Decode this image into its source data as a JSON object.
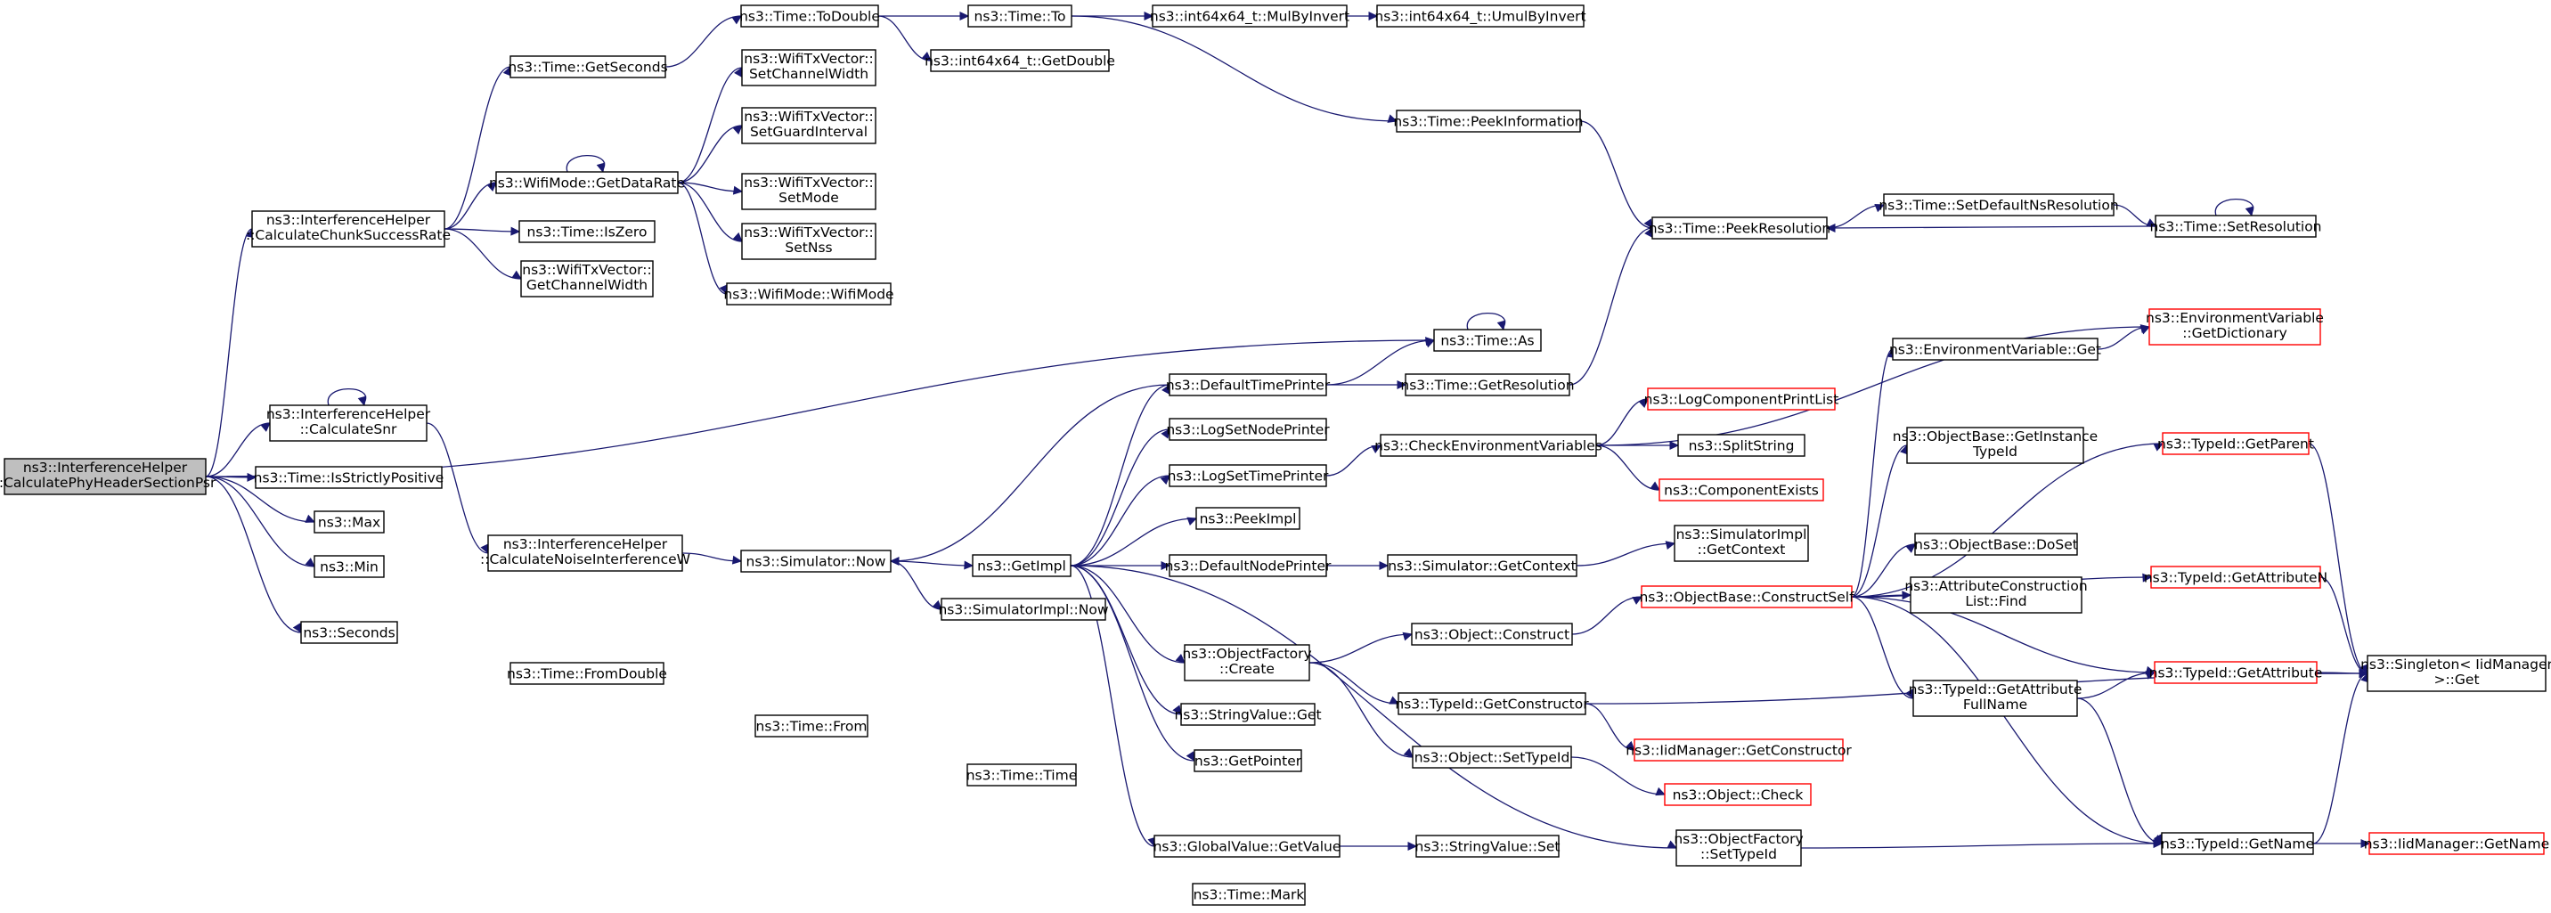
{
  "graph": {
    "nodes": [
      {
        "id": "root",
        "lines": [
          "ns3::InterferenceHelper",
          "::CalculatePhyHeaderSectionPsr"
        ],
        "red": false,
        "root": true
      },
      {
        "id": "chunk",
        "lines": [
          "ns3::InterferenceHelper",
          "::CalculateChunkSuccessRate"
        ],
        "red": false
      },
      {
        "id": "snr",
        "lines": [
          "ns3::InterferenceHelper",
          "::CalculateSnr"
        ],
        "red": false
      },
      {
        "id": "isStrictlyPositive",
        "lines": [
          "ns3::Time::IsStrictlyPositive"
        ],
        "red": false
      },
      {
        "id": "max",
        "lines": [
          "ns3::Max"
        ],
        "red": false
      },
      {
        "id": "min",
        "lines": [
          "ns3::Min"
        ],
        "red": false
      },
      {
        "id": "seconds",
        "lines": [
          "ns3::Seconds"
        ],
        "red": false
      },
      {
        "id": "noiseW",
        "lines": [
          "ns3::InterferenceHelper",
          "::CalculateNoiseInterferenceW"
        ],
        "red": false
      },
      {
        "id": "getSeconds",
        "lines": [
          "ns3::Time::GetSeconds"
        ],
        "red": false
      },
      {
        "id": "getDataRate",
        "lines": [
          "ns3::WifiMode::GetDataRate"
        ],
        "red": false
      },
      {
        "id": "isZero",
        "lines": [
          "ns3::Time::IsZero"
        ],
        "red": false
      },
      {
        "id": "txGetChannelWidth",
        "lines": [
          "ns3::WifiTxVector::",
          "GetChannelWidth"
        ],
        "red": false
      },
      {
        "id": "toDouble",
        "lines": [
          "ns3::Time::ToDouble"
        ],
        "red": false
      },
      {
        "id": "setChannelWidth",
        "lines": [
          "ns3::WifiTxVector::",
          "SetChannelWidth"
        ],
        "red": false
      },
      {
        "id": "setGuardInterval",
        "lines": [
          "ns3::WifiTxVector::",
          "SetGuardInterval"
        ],
        "red": false
      },
      {
        "id": "setMode",
        "lines": [
          "ns3::WifiTxVector::",
          "SetMode"
        ],
        "red": false
      },
      {
        "id": "setNss",
        "lines": [
          "ns3::WifiTxVector::",
          "SetNss"
        ],
        "red": false
      },
      {
        "id": "wifiMode",
        "lines": [
          "ns3::WifiMode::WifiMode"
        ],
        "red": false
      },
      {
        "id": "timeTo",
        "lines": [
          "ns3::Time::To"
        ],
        "red": false
      },
      {
        "id": "int64GetDouble",
        "lines": [
          "ns3::int64x64_t::GetDouble"
        ],
        "red": false
      },
      {
        "id": "mulByInvert",
        "lines": [
          "ns3::int64x64_t::MulByInvert"
        ],
        "red": false
      },
      {
        "id": "umulByInvert",
        "lines": [
          "ns3::int64x64_t::UmulByInvert"
        ],
        "red": false
      },
      {
        "id": "peekInformation",
        "lines": [
          "ns3::Time::PeekInformation"
        ],
        "red": false
      },
      {
        "id": "peekResolution",
        "lines": [
          "ns3::Time::PeekResolution"
        ],
        "red": false
      },
      {
        "id": "setDefaultNsResolution",
        "lines": [
          "ns3::Time::SetDefaultNsResolution"
        ],
        "red": false
      },
      {
        "id": "setResolution",
        "lines": [
          "ns3::Time::SetResolution"
        ],
        "red": false
      },
      {
        "id": "timeAs",
        "lines": [
          "ns3::Time::As"
        ],
        "red": false
      },
      {
        "id": "simNow",
        "lines": [
          "ns3::Simulator::Now"
        ],
        "red": false
      },
      {
        "id": "simImplNow",
        "lines": [
          "ns3::SimulatorImpl::Now"
        ],
        "red": false
      },
      {
        "id": "getImpl",
        "lines": [
          "ns3::GetImpl"
        ],
        "red": false
      },
      {
        "id": "defaultTimePrinter",
        "lines": [
          "ns3::DefaultTimePrinter"
        ],
        "red": false
      },
      {
        "id": "logSetNodePrinter",
        "lines": [
          "ns3::LogSetNodePrinter"
        ],
        "red": false
      },
      {
        "id": "logSetTimePrinter",
        "lines": [
          "ns3::LogSetTimePrinter"
        ],
        "red": false
      },
      {
        "id": "peekImpl",
        "lines": [
          "ns3::PeekImpl"
        ],
        "red": false
      },
      {
        "id": "defaultNodePrinter",
        "lines": [
          "ns3::DefaultNodePrinter"
        ],
        "red": false
      },
      {
        "id": "objFactoryCreate",
        "lines": [
          "ns3::ObjectFactory",
          "::Create"
        ],
        "red": false
      },
      {
        "id": "stringValueGet",
        "lines": [
          "ns3::StringValue::Get"
        ],
        "red": false
      },
      {
        "id": "getPointer",
        "lines": [
          "ns3::GetPointer"
        ],
        "red": false
      },
      {
        "id": "globalValueGetValue",
        "lines": [
          "ns3::GlobalValue::GetValue"
        ],
        "red": false
      },
      {
        "id": "timeFromDouble",
        "lines": [
          "ns3::Time::FromDouble"
        ],
        "red": false
      },
      {
        "id": "timeFrom",
        "lines": [
          "ns3::Time::From"
        ],
        "red": false
      },
      {
        "id": "timeTime",
        "lines": [
          "ns3::Time::Time"
        ],
        "red": false
      },
      {
        "id": "timeMark",
        "lines": [
          "ns3::Time::Mark"
        ],
        "red": false
      },
      {
        "id": "getResolution",
        "lines": [
          "ns3::Time::GetResolution"
        ],
        "red": false
      },
      {
        "id": "checkEnvVars",
        "lines": [
          "ns3::CheckEnvironmentVariables"
        ],
        "red": false
      },
      {
        "id": "simGetContext",
        "lines": [
          "ns3::Simulator::GetContext"
        ],
        "red": false
      },
      {
        "id": "objConstruct",
        "lines": [
          "ns3::Object::Construct"
        ],
        "red": false
      },
      {
        "id": "typeIdGetConstructor",
        "lines": [
          "ns3::TypeId::GetConstructor"
        ],
        "red": false
      },
      {
        "id": "objSetTypeId",
        "lines": [
          "ns3::Object::SetTypeId"
        ],
        "red": false
      },
      {
        "id": "stringValueSet",
        "lines": [
          "ns3::StringValue::Set"
        ],
        "red": false
      },
      {
        "id": "logComponentPrintList",
        "lines": [
          "ns3::LogComponentPrintList"
        ],
        "red": true
      },
      {
        "id": "splitString",
        "lines": [
          "ns3::SplitString"
        ],
        "red": false
      },
      {
        "id": "componentExists",
        "lines": [
          "ns3::ComponentExists"
        ],
        "red": true
      },
      {
        "id": "simImplGetContext",
        "lines": [
          "ns3::SimulatorImpl",
          "::GetContext"
        ],
        "red": false
      },
      {
        "id": "constructSelf",
        "lines": [
          "ns3::ObjectBase::ConstructSelf"
        ],
        "red": true
      },
      {
        "id": "iidGetConstructor",
        "lines": [
          "ns3::IidManager::GetConstructor"
        ],
        "red": true
      },
      {
        "id": "objCheck",
        "lines": [
          "ns3::Object::Check"
        ],
        "red": true
      },
      {
        "id": "objFactorySetTypeId",
        "lines": [
          "ns3::ObjectFactory",
          "::SetTypeId"
        ],
        "red": false
      },
      {
        "id": "envVarGet",
        "lines": [
          "ns3::EnvironmentVariable::Get"
        ],
        "red": false
      },
      {
        "id": "getInstanceTypeId",
        "lines": [
          "ns3::ObjectBase::GetInstance",
          "TypeId"
        ],
        "red": false
      },
      {
        "id": "doSet",
        "lines": [
          "ns3::ObjectBase::DoSet"
        ],
        "red": false
      },
      {
        "id": "attrConstructionFind",
        "lines": [
          "ns3::AttributeConstruction",
          "List::Find"
        ],
        "red": false
      },
      {
        "id": "getAttributeFullName",
        "lines": [
          "ns3::TypeId::GetAttribute",
          "FullName"
        ],
        "red": false
      },
      {
        "id": "typeIdGetName",
        "lines": [
          "ns3::TypeId::GetName"
        ],
        "red": false
      },
      {
        "id": "envVarGetDictionary",
        "lines": [
          "ns3::EnvironmentVariable",
          "::GetDictionary"
        ],
        "red": true
      },
      {
        "id": "typeIdGetParent",
        "lines": [
          "ns3::TypeId::GetParent"
        ],
        "red": true
      },
      {
        "id": "typeIdGetAttributeN",
        "lines": [
          "ns3::TypeId::GetAttributeN"
        ],
        "red": true
      },
      {
        "id": "typeIdGetAttribute",
        "lines": [
          "ns3::TypeId::GetAttribute"
        ],
        "red": true
      },
      {
        "id": "iidGetName",
        "lines": [
          "ns3::IidManager::GetName"
        ],
        "red": true
      },
      {
        "id": "singletonGet",
        "lines": [
          "ns3::Singleton< IidManager",
          ">::Get"
        ],
        "red": false
      }
    ],
    "edges": [
      [
        "root",
        "chunk"
      ],
      [
        "root",
        "timeAs"
      ],
      [
        "root",
        "snr"
      ],
      [
        "root",
        "isStrictlyPositive"
      ],
      [
        "root",
        "max"
      ],
      [
        "root",
        "min"
      ],
      [
        "root",
        "seconds"
      ],
      [
        "chunk",
        "getSeconds"
      ],
      [
        "chunk",
        "getDataRate"
      ],
      [
        "chunk",
        "isZero"
      ],
      [
        "chunk",
        "txGetChannelWidth"
      ],
      [
        "getSeconds",
        "toDouble"
      ],
      [
        "getDataRate",
        "getDataRate"
      ],
      [
        "getDataRate",
        "setChannelWidth"
      ],
      [
        "getDataRate",
        "setGuardInterval"
      ],
      [
        "getDataRate",
        "setMode"
      ],
      [
        "getDataRate",
        "setNss"
      ],
      [
        "getDataRate",
        "wifiMode"
      ],
      [
        "toDouble",
        "timeTo"
      ],
      [
        "toDouble",
        "int64GetDouble"
      ],
      [
        "timeTo",
        "mulByInvert"
      ],
      [
        "timeTo",
        "peekInformation"
      ],
      [
        "mulByInvert",
        "umulByInvert"
      ],
      [
        "peekInformation",
        "peekResolution"
      ],
      [
        "peekResolution",
        "setDefaultNsResolution"
      ],
      [
        "setDefaultNsResolution",
        "setResolution"
      ],
      [
        "setResolution",
        "setResolution"
      ],
      [
        "setResolution",
        "peekResolution"
      ],
      [
        "snr",
        "snr"
      ],
      [
        "snr",
        "noiseW"
      ],
      [
        "noiseW",
        "simNow"
      ],
      [
        "simNow",
        "getImpl"
      ],
      [
        "simNow",
        "simImplNow"
      ],
      [
        "getImpl",
        "defaultTimePrinter"
      ],
      [
        "getImpl",
        "logSetNodePrinter"
      ],
      [
        "getImpl",
        "logSetTimePrinter"
      ],
      [
        "getImpl",
        "peekImpl"
      ],
      [
        "getImpl",
        "defaultNodePrinter"
      ],
      [
        "getImpl",
        "objFactoryCreate"
      ],
      [
        "getImpl",
        "stringValueGet"
      ],
      [
        "getImpl",
        "getPointer"
      ],
      [
        "getImpl",
        "globalValueGetValue"
      ],
      [
        "getImpl",
        "objFactorySetTypeId"
      ],
      [
        "defaultTimePrinter",
        "simNow"
      ],
      [
        "defaultTimePrinter",
        "timeAs"
      ],
      [
        "defaultTimePrinter",
        "getResolution"
      ],
      [
        "getResolution",
        "peekResolution"
      ],
      [
        "logSetTimePrinter",
        "checkEnvVars"
      ],
      [
        "defaultNodePrinter",
        "simGetContext"
      ],
      [
        "simGetContext",
        "simImplGetContext"
      ],
      [
        "checkEnvVars",
        "envVarGetDictionary"
      ],
      [
        "checkEnvVars",
        "logComponentPrintList"
      ],
      [
        "checkEnvVars",
        "splitString"
      ],
      [
        "checkEnvVars",
        "componentExists"
      ],
      [
        "objFactoryCreate",
        "objConstruct"
      ],
      [
        "objFactoryCreate",
        "typeIdGetConstructor"
      ],
      [
        "objFactoryCreate",
        "objSetTypeId"
      ],
      [
        "objConstruct",
        "constructSelf"
      ],
      [
        "typeIdGetConstructor",
        "iidGetConstructor"
      ],
      [
        "typeIdGetConstructor",
        "singletonGet"
      ],
      [
        "objSetTypeId",
        "objCheck"
      ],
      [
        "globalValueGetValue",
        "stringValueSet"
      ],
      [
        "objFactorySetTypeId",
        "typeIdGetName"
      ],
      [
        "constructSelf",
        "envVarGet"
      ],
      [
        "constructSelf",
        "getInstanceTypeId"
      ],
      [
        "constructSelf",
        "typeIdGetParent"
      ],
      [
        "constructSelf",
        "doSet"
      ],
      [
        "constructSelf",
        "typeIdGetAttributeN"
      ],
      [
        "constructSelf",
        "attrConstructionFind"
      ],
      [
        "constructSelf",
        "getAttributeFullName"
      ],
      [
        "constructSelf",
        "typeIdGetAttribute"
      ],
      [
        "constructSelf",
        "typeIdGetName"
      ],
      [
        "envVarGet",
        "envVarGetDictionary"
      ],
      [
        "getAttributeFullName",
        "typeIdGetAttribute"
      ],
      [
        "getAttributeFullName",
        "typeIdGetName"
      ],
      [
        "typeIdGetParent",
        "singletonGet"
      ],
      [
        "typeIdGetAttributeN",
        "singletonGet"
      ],
      [
        "typeIdGetAttribute",
        "singletonGet"
      ],
      [
        "typeIdGetName",
        "iidGetName"
      ],
      [
        "typeIdGetName",
        "singletonGet"
      ],
      [
        "timeAs",
        "timeAs"
      ]
    ]
  },
  "colors": {
    "edge": "#191970",
    "red_border": "#ff0000",
    "root_fill": "#bfbfbf",
    "node_border": "#000000"
  }
}
